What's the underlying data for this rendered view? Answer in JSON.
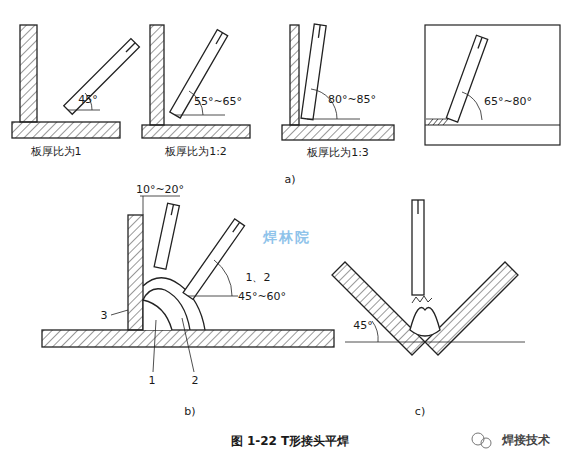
{
  "diagram": {
    "caption": "图 1-22 T形接头平焊",
    "labels": [
      "45°",
      "板厚比为1",
      "55°~65°",
      "板厚比为1:2",
      "80°~85°",
      "板厚比为1:3",
      "65°~80°",
      "a)",
      "10°~20°",
      "1、2",
      "45°~60°",
      "3",
      "1",
      "2",
      "b)",
      "45°",
      "c)",
      "焊林院",
      "焊接技术"
    ]
  }
}
